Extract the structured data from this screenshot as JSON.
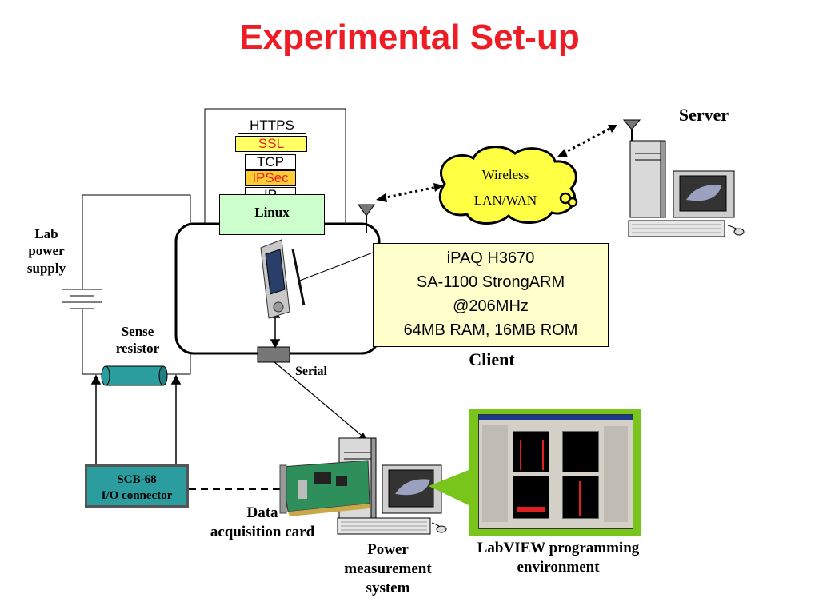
{
  "title": "Experimental Set-up",
  "protocol_stack": [
    "HTTPS",
    "SSL",
    "TCP",
    "IPSec",
    "IP"
  ],
  "stack_colors": {
    "HTTPS": {
      "bg": "#ffffff",
      "fg": "#000000"
    },
    "SSL": {
      "bg": "#ffff66",
      "fg": "#ee1c24"
    },
    "TCP": {
      "bg": "#ffffff",
      "fg": "#000000"
    },
    "IPSec": {
      "bg": "#ffcc33",
      "fg": "#ee1c24"
    },
    "IP": {
      "bg": "#ffffff",
      "fg": "#000000"
    }
  },
  "os_label": "Linux",
  "device_specs": [
    "iPAQ H3670",
    "SA-1100 StrongARM",
    "@206MHz",
    "64MB RAM, 16MB ROM"
  ],
  "labels": {
    "server": "Server",
    "client": "Client",
    "wireless_line1": "Wireless",
    "wireless_line2": "LAN/WAN",
    "lab_power_supply": [
      "Lab",
      "power",
      "supply"
    ],
    "sense_resistor": [
      "Sense",
      "resistor"
    ],
    "serial": "Serial",
    "scb": [
      "SCB-68",
      "I/O connector"
    ],
    "daq_card": [
      "Data",
      "acquisition card"
    ],
    "power_measurement": [
      "Power",
      "measurement",
      "system"
    ],
    "labview": [
      "LabVIEW programming",
      "environment"
    ]
  },
  "colors": {
    "title": "#ee1c24",
    "ipaq_box": "#ffffcc",
    "linux_box": "#ccffcc",
    "scb_box": "#2b9d9f",
    "labview_frame": "#7ac51c",
    "resistor": "#2b9d9f"
  }
}
